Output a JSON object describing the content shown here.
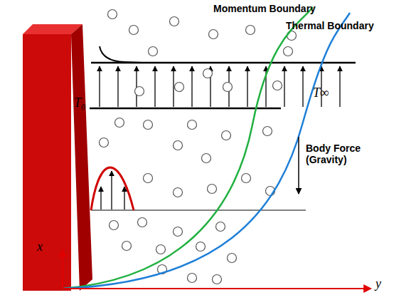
{
  "diagram": {
    "labels": [
      "Momentum Boundary",
      "Thermal Boundary",
      "T₀",
      "T∞",
      "Body Force (Gravity)",
      "x",
      "y"
    ]
  }
}
